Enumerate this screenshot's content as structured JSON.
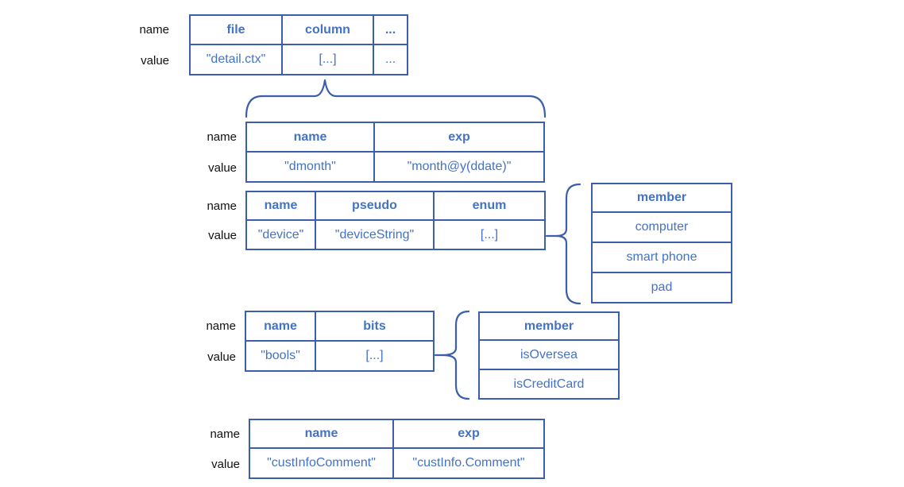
{
  "colors": {
    "border_blue": "#3b5fad",
    "text_blue": "#4472c4",
    "label_black": "#111111",
    "background": "#ffffff"
  },
  "tables": {
    "root": {
      "row_labels": [
        "name",
        "value"
      ],
      "headers": [
        "file",
        "column",
        "..."
      ],
      "values": [
        "\"detail.ctx\"",
        "[...]",
        "..."
      ]
    },
    "dmonth": {
      "row_labels": [
        "name",
        "value"
      ],
      "headers": [
        "name",
        "exp"
      ],
      "values": [
        "\"dmonth\"",
        "\"month@y(ddate)\""
      ]
    },
    "device": {
      "row_labels": [
        "name",
        "value"
      ],
      "headers": [
        "name",
        "pseudo",
        "enum"
      ],
      "values": [
        "\"device\"",
        "\"deviceString\"",
        "[...]"
      ]
    },
    "bools": {
      "row_labels": [
        "name",
        "value"
      ],
      "headers": [
        "name",
        "bits"
      ],
      "values": [
        "\"bools\"",
        "[...]"
      ]
    },
    "custinfo": {
      "row_labels": [
        "name",
        "value"
      ],
      "headers": [
        "name",
        "exp"
      ],
      "values": [
        "\"custInfoComment\"",
        "\"custInfo.Comment\""
      ]
    }
  },
  "member_lists": {
    "device_enum": {
      "header": "member",
      "items": [
        "computer",
        "smart phone",
        "pad"
      ]
    },
    "bools_bits": {
      "header": "member",
      "items": [
        "isOversea",
        "isCreditCard"
      ]
    }
  }
}
